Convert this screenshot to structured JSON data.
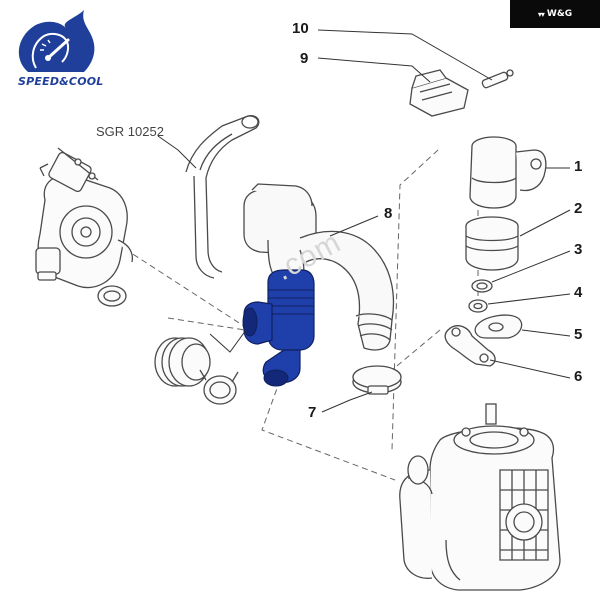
{
  "brand": {
    "logo_text": "SPEED&COOL",
    "corner_mark": "W&G",
    "watermark": ".com"
  },
  "reference": {
    "tool_code": "SGR 10252"
  },
  "callouts": [
    {
      "id": "1",
      "label": "1"
    },
    {
      "id": "2",
      "label": "2"
    },
    {
      "id": "3",
      "label": "3"
    },
    {
      "id": "4",
      "label": "4"
    },
    {
      "id": "5",
      "label": "5"
    },
    {
      "id": "6",
      "label": "6"
    },
    {
      "id": "7",
      "label": "7"
    },
    {
      "id": "8",
      "label": "8"
    },
    {
      "id": "9",
      "label": "9"
    },
    {
      "id": "10",
      "label": "10"
    }
  ],
  "colors": {
    "highlight": "#1f3faa",
    "highlight_dark": "#14287a",
    "line": "#333333",
    "logo_blue": "#1f3f9a"
  }
}
